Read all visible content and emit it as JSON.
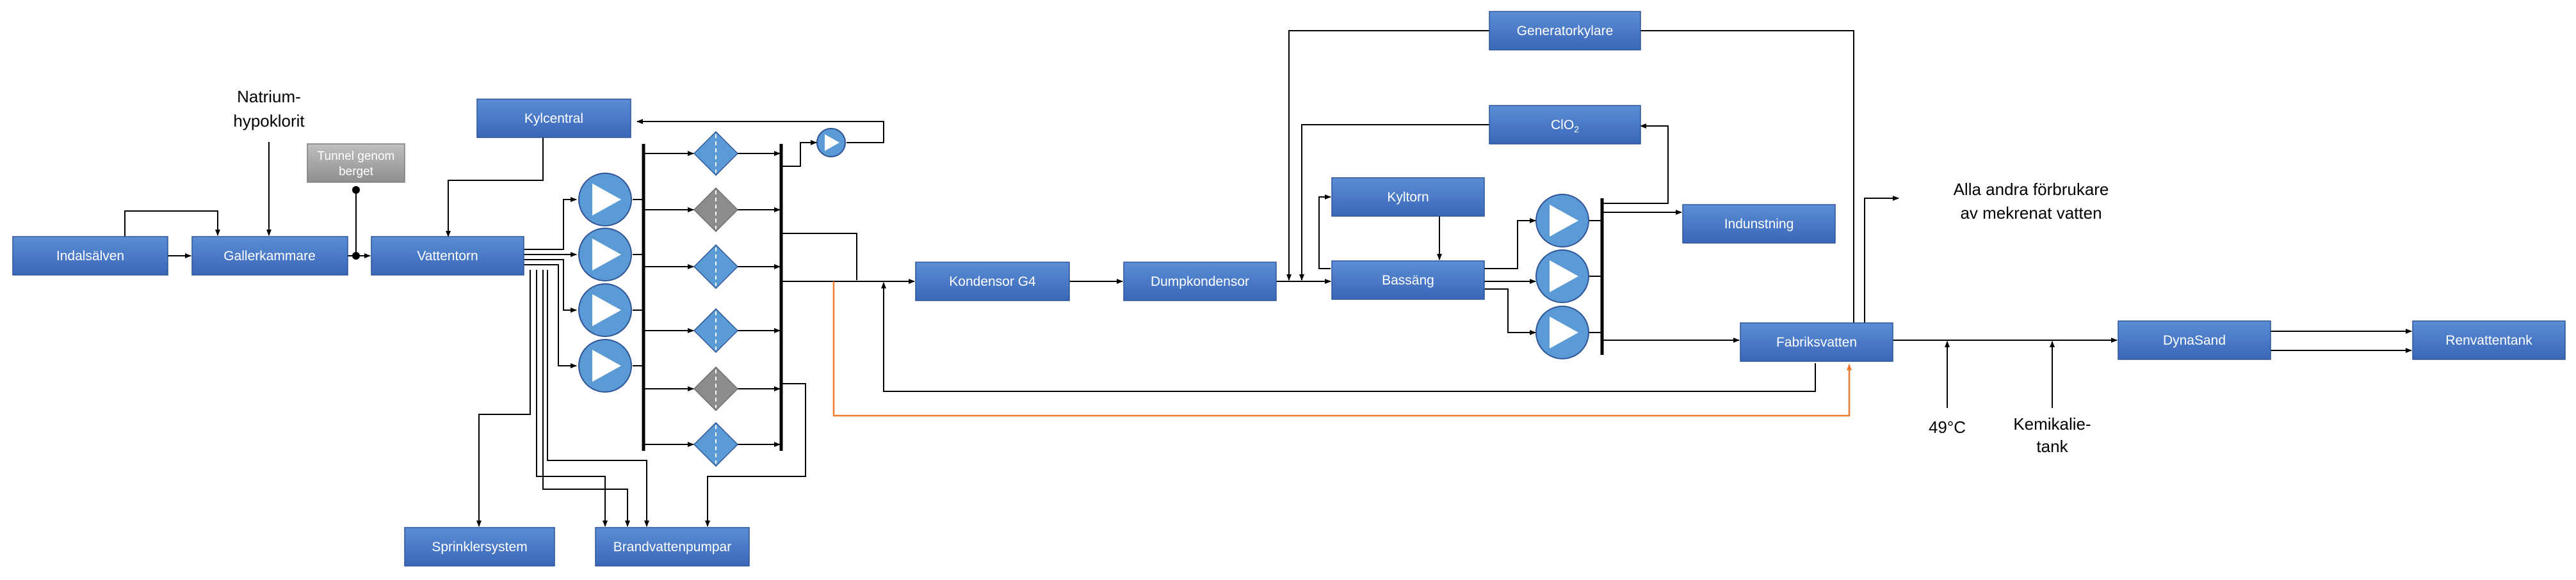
{
  "colors": {
    "box_fill": "#4472C4",
    "box_stroke": "#2F5597",
    "pump_fill": "#5B9BD5",
    "valve_blue": "#5B9BD5",
    "valve_gray": "#8C8C8C",
    "tunnel_gray": "#A6A6A6",
    "orange_line": "#ED7D31",
    "line": "#000000"
  },
  "icons": [
    "centrifugal-pump-icon",
    "filter-valve-icon",
    "junction-dot-icon"
  ],
  "boxes": {
    "indalsalven": "Indalsälven",
    "gallerkammare": "Gallerkammare",
    "vattentorn": "Vattentorn",
    "kylcentral": "Kylcentral",
    "kondensor_g4": "Kondensor G4",
    "dumpkondensor": "Dumpkondensor",
    "generatorkylare": "Generatorkylare",
    "clo2": "ClO",
    "clo2_sub": "2",
    "kyltorn": "Kyltorn",
    "bassang": "Bassäng",
    "indunstning": "Indunstning",
    "fabriksvatten": "Fabriksvatten",
    "dynasand": "DynaSand",
    "renvattentank": "Renvattentank",
    "sprinklersystem": "Sprinklersystem",
    "brandvattenpumpar": "Brandvattenpumpar"
  },
  "tunnel": {
    "line1": "Tunnel genom",
    "line2": "berget"
  },
  "labels": {
    "natrium_line1": "Natrium-",
    "natrium_line2": "hypoklorit",
    "andra_line1": "Alla andra förbrukare",
    "andra_line2": "av mekrenat vatten",
    "temperature": "49°C",
    "kemikalie_line1": "Kemikalie-",
    "kemikalie_line2": "tank"
  }
}
